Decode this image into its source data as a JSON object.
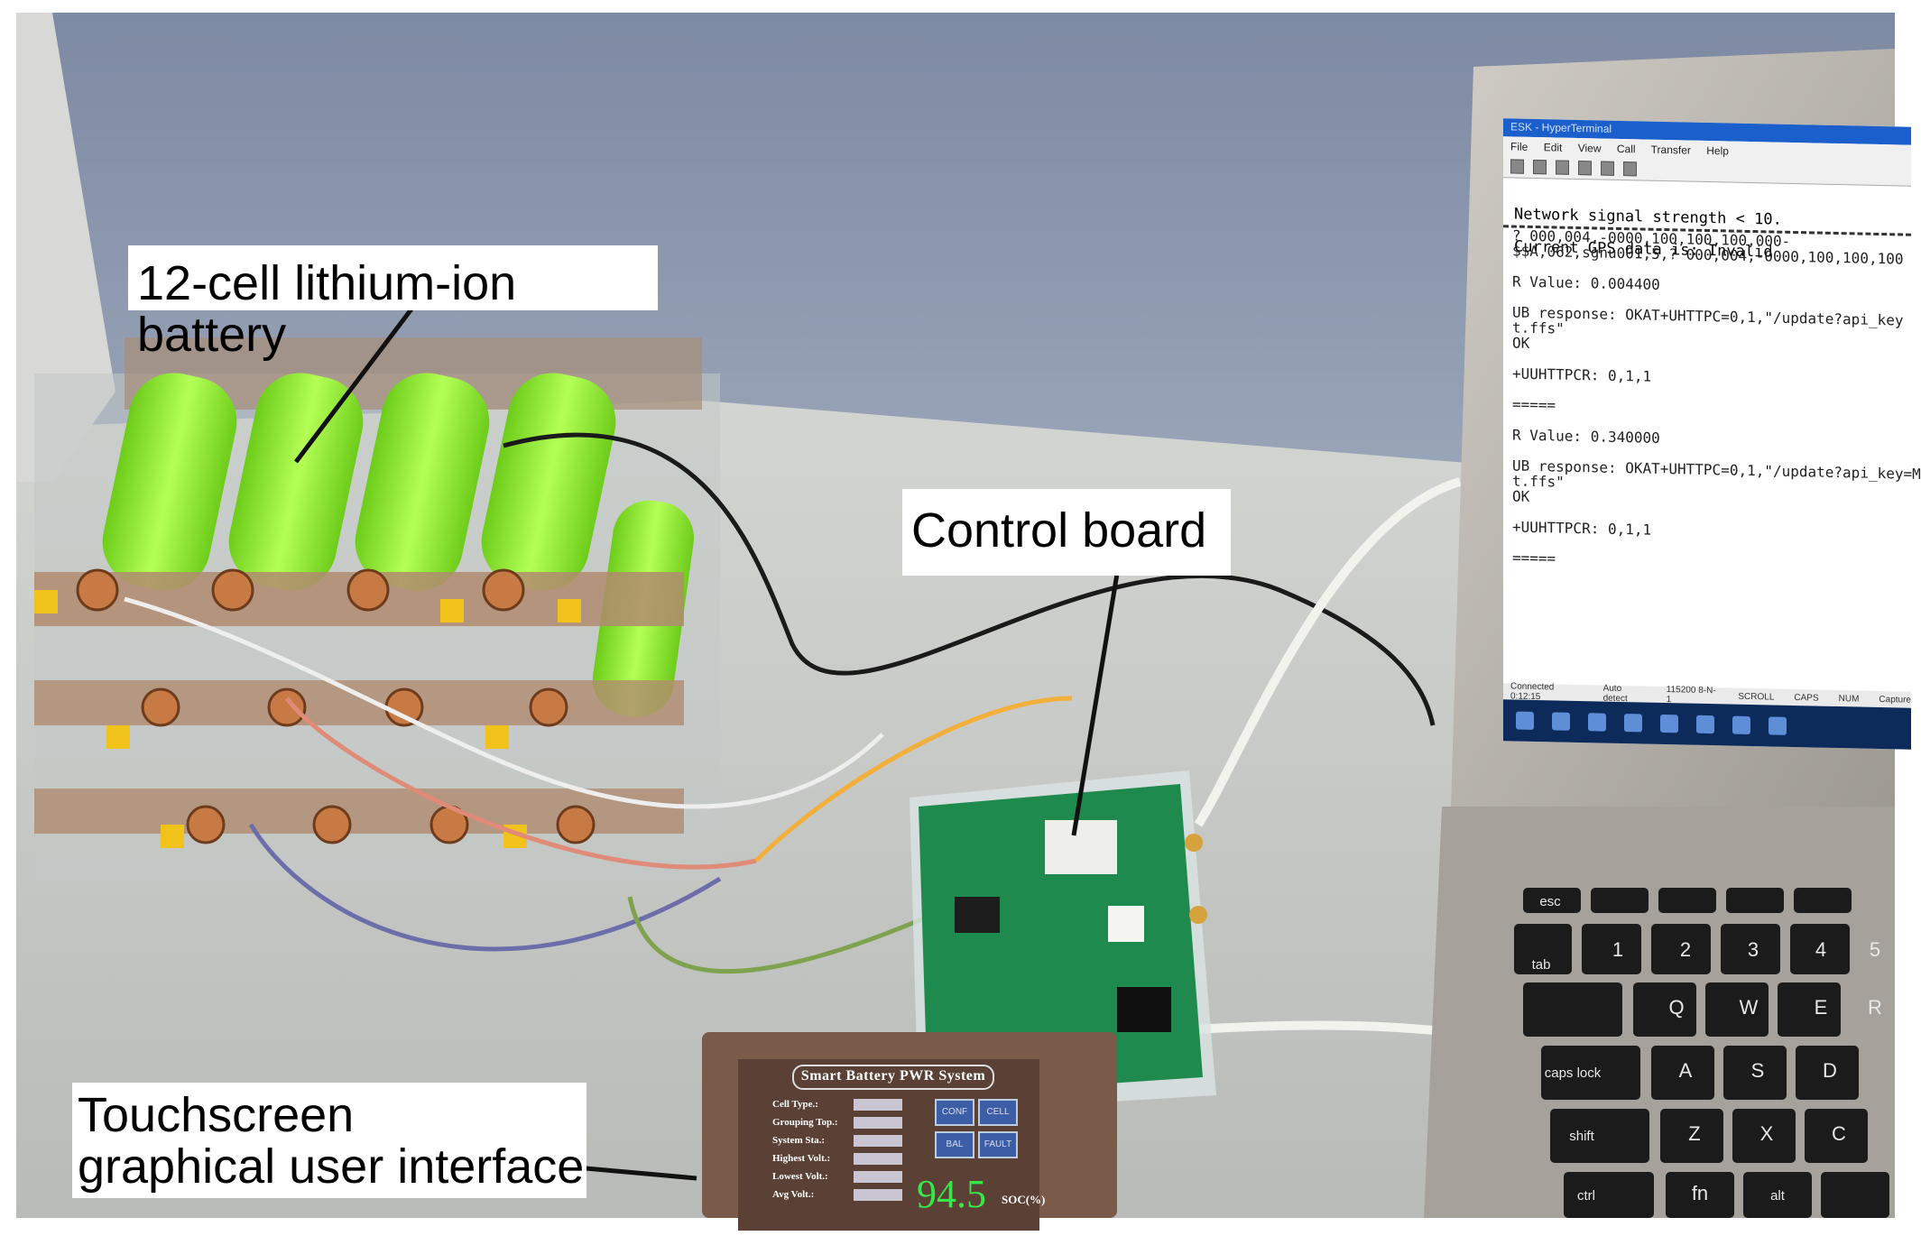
{
  "labels": {
    "battery": "12-cell lithium-ion battery",
    "control_board": "Control board",
    "touchscreen_line1": "Touchscreen",
    "touchscreen_line2": "graphical user interface"
  },
  "terminal": {
    "title": "ESK - HyperTerminal",
    "menu": [
      "File",
      "Edit",
      "View",
      "Call",
      "Transfer",
      "Help"
    ],
    "status_lines": [
      "Network signal strength < 10.",
      "Current GPS data is: Invalid"
    ],
    "log_lines": [
      "? 000,004,-0000,100,100,100,000-",
      "$$A,062,sgnu001,5,? 000,004,-0000,100,100,100",
      "",
      "R Value: 0.004400",
      "",
      "UB response: OKAT+UHTTPC=0,1,\"/update?api_key",
      "t.ffs\"",
      "OK",
      "",
      "+UUHTTPCR: 0,1,1",
      "",
      "=====",
      "",
      "R Value: 0.340000",
      "",
      "UB response: OKAT+UHTTPC=0,1,\"/update?api_key=M",
      "t.ffs\"",
      "OK",
      "",
      "+UUHTTPCR: 0,1,1",
      "",
      "====="
    ],
    "statusbar": [
      "Connected 0:12:15",
      "Auto detect",
      "115200 8-N-1",
      "SCROLL",
      "CAPS",
      "NUM",
      "Capture"
    ]
  },
  "gui": {
    "title": "Smart Battery PWR System",
    "rows": [
      "Cell Type.:",
      "Grouping Top.:",
      "System Sta.:",
      "Highest Volt.:",
      "Lowest Volt.:",
      "Avg Volt.:"
    ],
    "buttons": [
      "CONF",
      "CELL",
      "BAL",
      "FAULT"
    ],
    "soc_value": "94.5",
    "soc_unit": "SOC(%)"
  },
  "keyboard": {
    "keys": [
      "esc",
      "1",
      "2",
      "3",
      "4",
      "5",
      "tab",
      "Q",
      "W",
      "E",
      "R",
      "caps lock",
      "A",
      "S",
      "D",
      "shift",
      "Z",
      "X",
      "C",
      "ctrl",
      "fn",
      "alt"
    ]
  },
  "colors": {
    "wall": "#8c99b0",
    "desk": "#c9cbc8",
    "battery_cell": "#9bf03a",
    "pcb": "#1e8a4c",
    "laptop": "#b9b5ae",
    "callout_bg": "#ffffff"
  }
}
